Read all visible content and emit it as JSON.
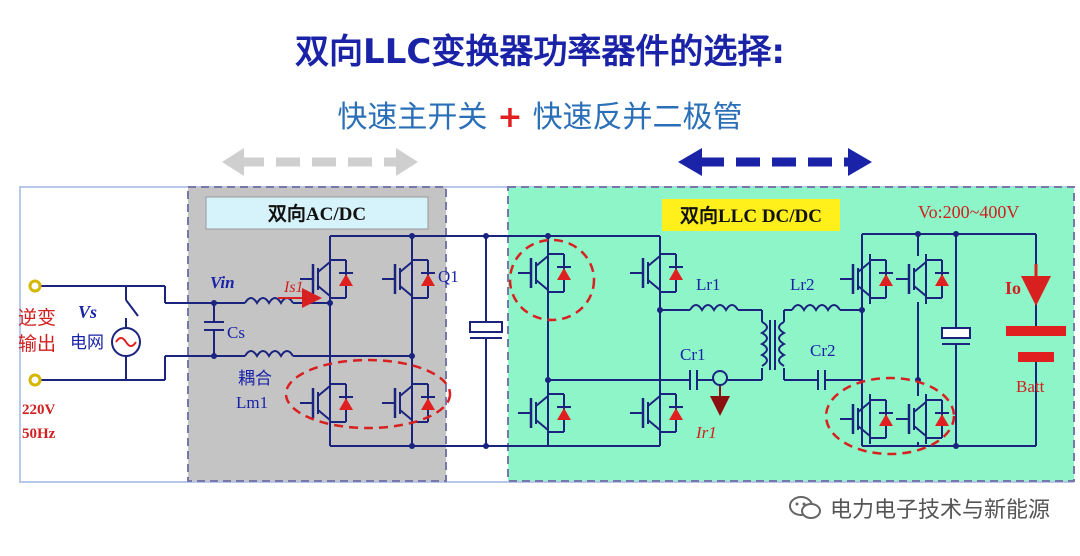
{
  "title": "双向LLC变换器功率器件的选择:",
  "subtitle": {
    "left": "快速主开关",
    "plus": "+",
    "right": "快速反并二极管"
  },
  "left_section": {
    "label": "双向AC/DC"
  },
  "right_section": {
    "label": "双向LLC DC/DC",
    "vo": "Vo:200~400V"
  },
  "grid": {
    "inverter": "逆变",
    "output": "输出",
    "vs": "Vs",
    "grid_label": "电网",
    "v220": "220V",
    "f50": "50Hz"
  },
  "components": {
    "vin": "Vin",
    "is1": "Is1",
    "cs": "Cs",
    "coupled": "耦合",
    "lm1": "Lm1",
    "q1": "Q1",
    "lr1": "Lr1",
    "lr2": "Lr2",
    "cr1": "Cr1",
    "cr2": "Cr2",
    "ir1": "Ir1",
    "io": "Io",
    "batt": "Batt"
  },
  "watermark": "电力电子技术与新能源",
  "colors": {
    "title": "#1a23a8",
    "subtitle": "#2a6fb8",
    "acdc_bg": "#c4c4c4",
    "llc_bg": "#8ef5c8",
    "arrow_right": "#1a23a8",
    "dashed_circle": "#d92020"
  }
}
